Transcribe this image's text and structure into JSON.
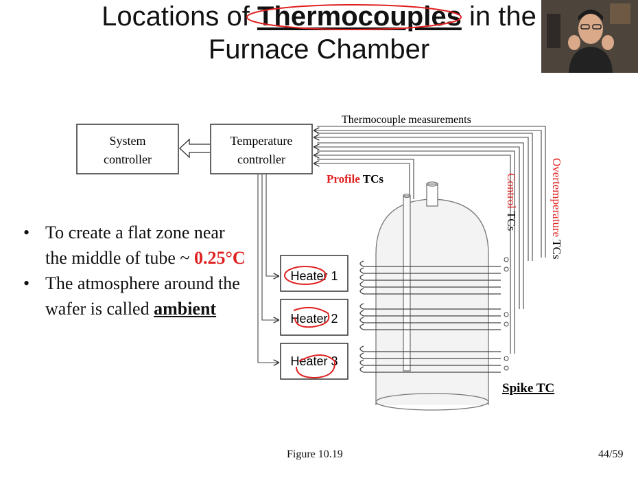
{
  "slide": {
    "title_part1": "Locations of ",
    "title_highlight": "Thermocouples",
    "title_part2": " in the",
    "title_line2": "Furnace Chamber",
    "page_number": "44/59",
    "figure_caption": "Figure 10.19"
  },
  "bullets": [
    {
      "text_before": "To create a flat zone near the middle of tube ~ ",
      "highlight": "0.25°C",
      "text_after": ""
    },
    {
      "text_before": "The atmosphere around the wafer is called ",
      "highlight": "ambient",
      "text_after": ""
    }
  ],
  "diagram": {
    "system_controller": [
      "System",
      "controller"
    ],
    "temperature_controller": [
      "Temperature",
      "controller"
    ],
    "thermocouple_measurements": "Thermocouple measurements",
    "profile_label_red": "Profile",
    "profile_label_black": "TCs",
    "control_label_red": "Control",
    "control_label_black": "TCs",
    "overtemp_label_red": "Overtemperature",
    "overtemp_label_black": "TCs",
    "heaters": [
      "Heater 1",
      "Heater 2",
      "Heater 3"
    ],
    "spike_label": "Spike TC"
  },
  "colors": {
    "annotation_red": "#e02020",
    "line": "#333333"
  }
}
